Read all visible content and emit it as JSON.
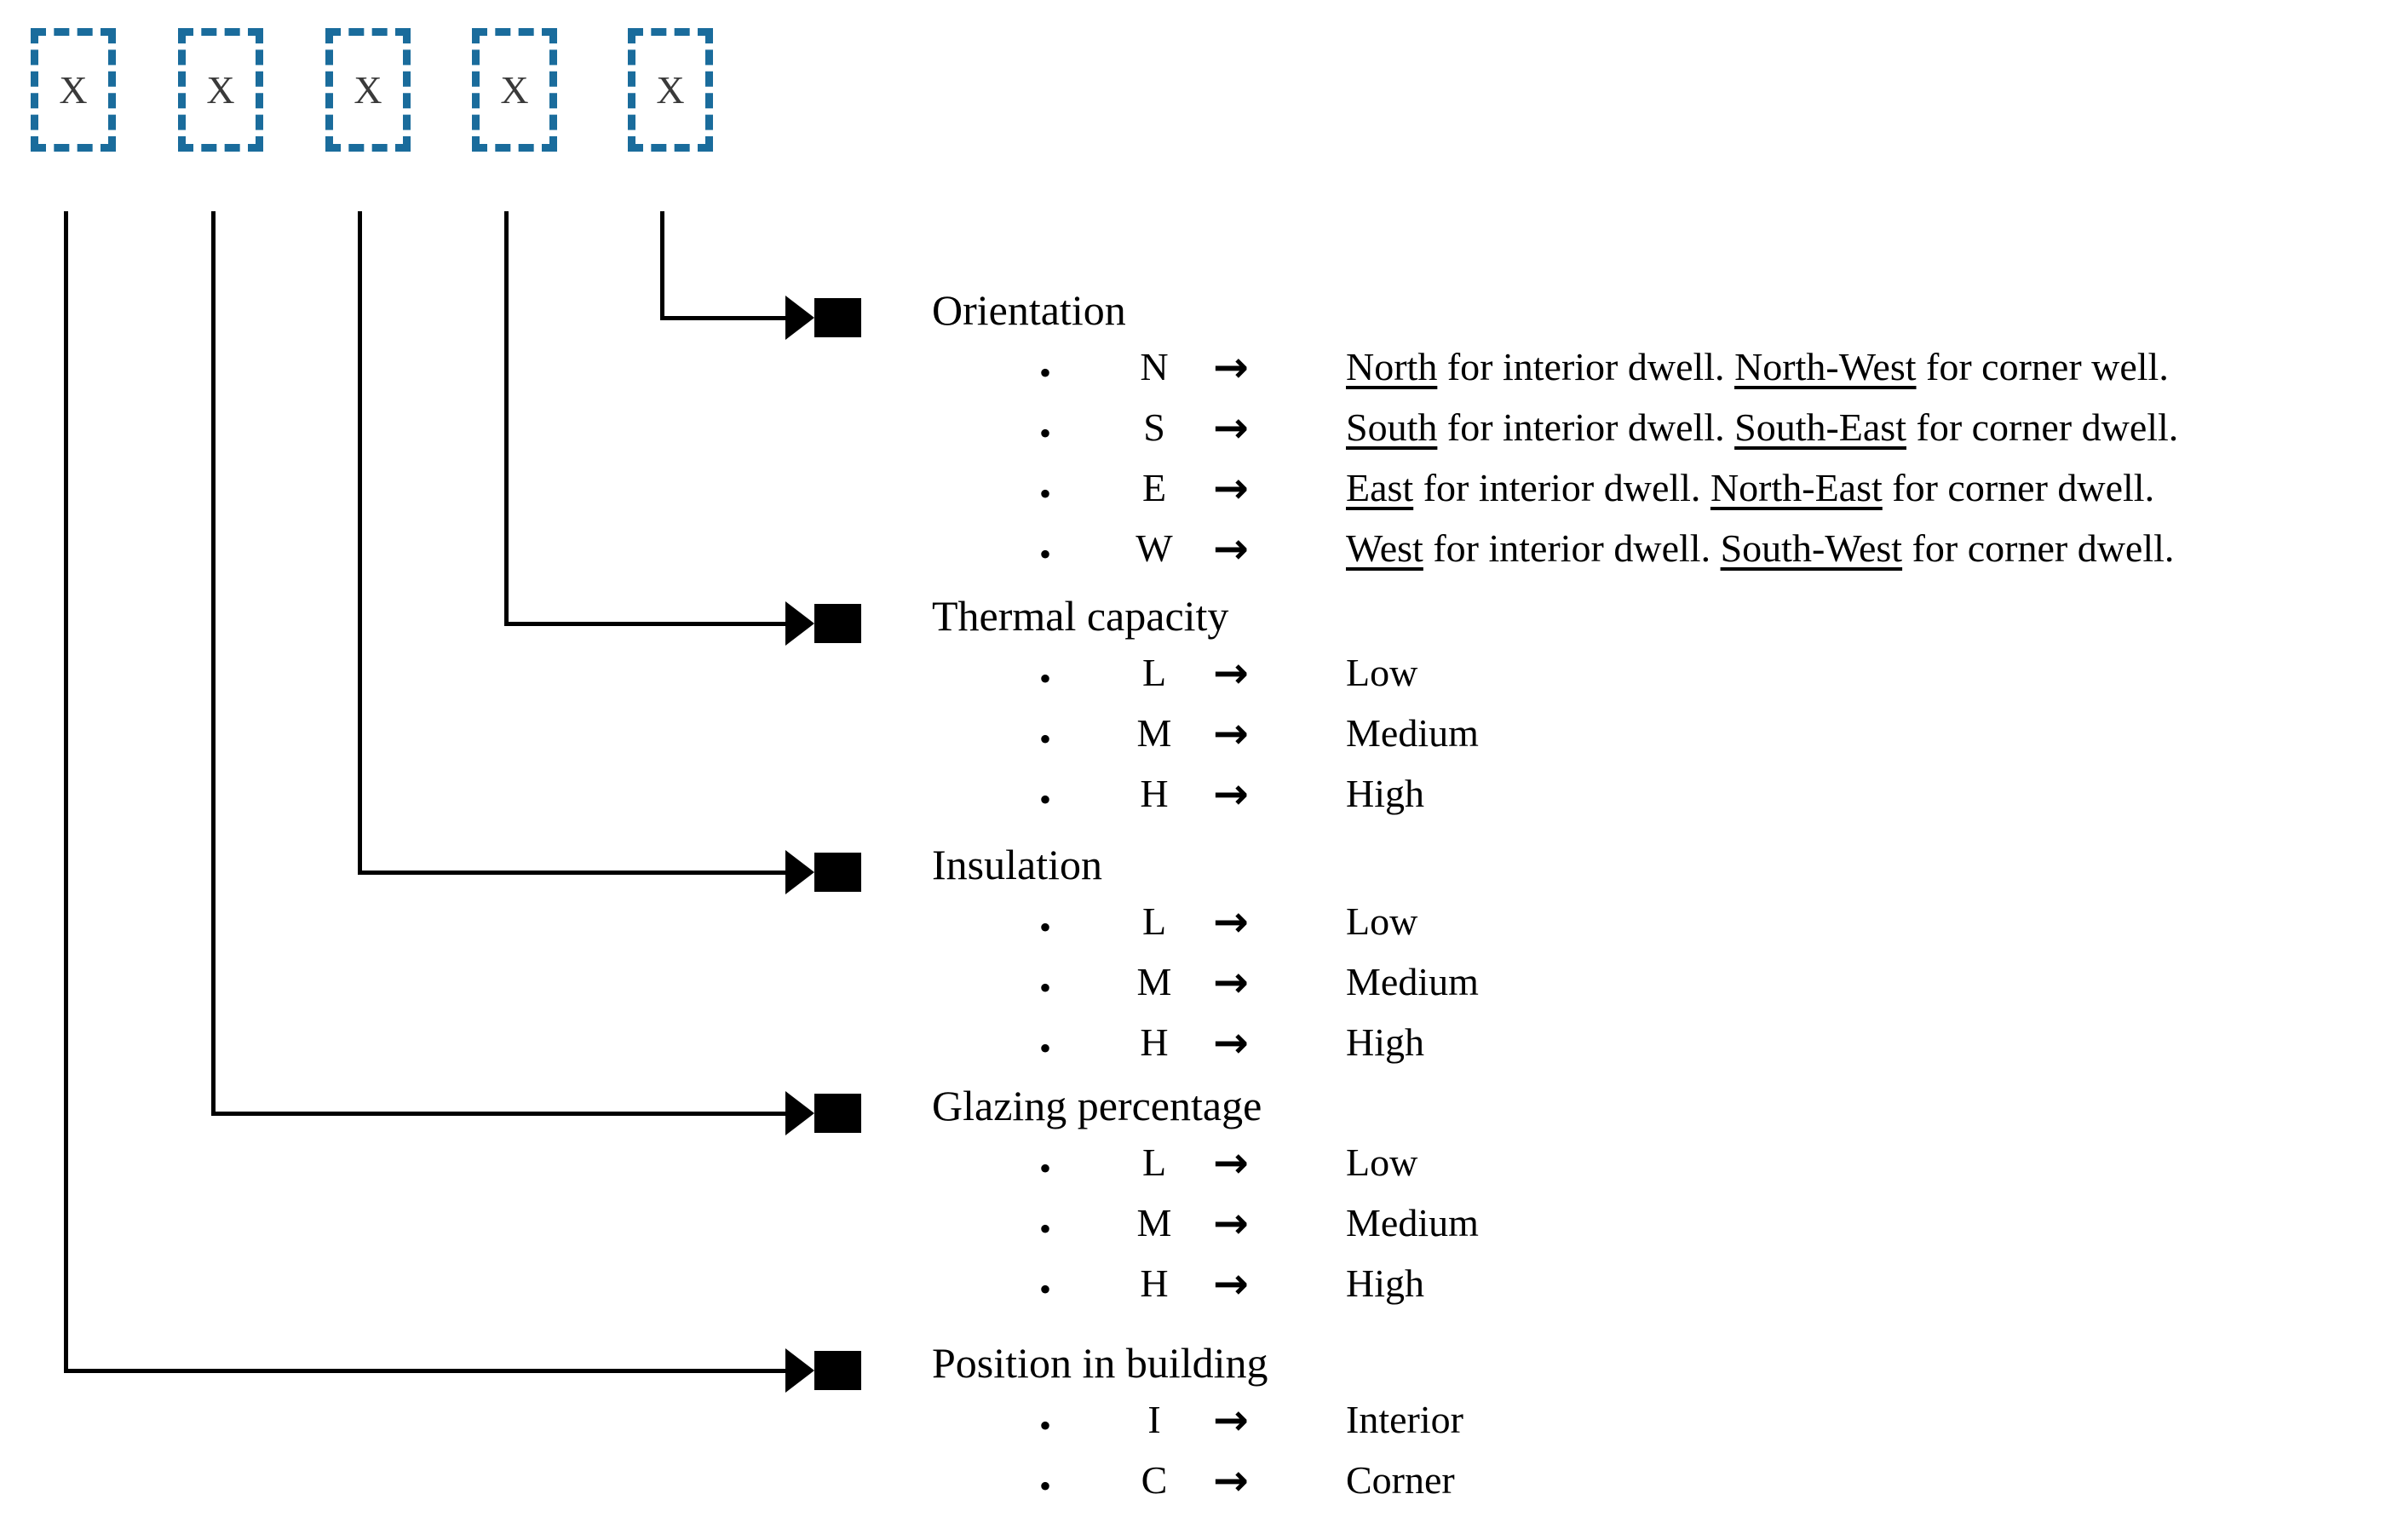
{
  "diagram": {
    "type": "code-legend",
    "code_boxes": [
      {
        "glyph": "X",
        "maps_to": "Position in building"
      },
      {
        "glyph": "X",
        "maps_to": "Glazing percentage"
      },
      {
        "glyph": "X",
        "maps_to": "Insulation"
      },
      {
        "glyph": "X",
        "maps_to": "Thermal capacity"
      },
      {
        "glyph": "X",
        "maps_to": "Orientation"
      }
    ],
    "arrow_glyph": "→",
    "bullet_glyph": "•",
    "colors": {
      "box_border": "#1a6c9c",
      "connector": "#000000",
      "marker": "#000000",
      "glyph": "#3a3a3a",
      "background": "#ffffff"
    },
    "sections": [
      {
        "title": "Orientation",
        "items": [
          {
            "key": "N",
            "parts": [
              {
                "text": "North",
                "underline": true
              },
              {
                "text": " for interior dwell. ",
                "underline": false
              },
              {
                "text": "North-West",
                "underline": true
              },
              {
                "text": " for corner well.",
                "underline": false
              }
            ]
          },
          {
            "key": "S",
            "parts": [
              {
                "text": "South",
                "underline": true
              },
              {
                "text": " for interior dwell. ",
                "underline": false
              },
              {
                "text": "South-East",
                "underline": true
              },
              {
                "text": " for corner dwell.",
                "underline": false
              }
            ]
          },
          {
            "key": "E",
            "parts": [
              {
                "text": "East",
                "underline": true
              },
              {
                "text": " for interior dwell. ",
                "underline": false
              },
              {
                "text": "North-East",
                "underline": true
              },
              {
                "text": " for corner dwell.",
                "underline": false
              }
            ]
          },
          {
            "key": "W",
            "parts": [
              {
                "text": "West",
                "underline": true
              },
              {
                "text": " for interior dwell. ",
                "underline": false
              },
              {
                "text": "South-West",
                "underline": true
              },
              {
                "text": " for corner dwell.",
                "underline": false
              }
            ]
          }
        ]
      },
      {
        "title": "Thermal capacity",
        "items": [
          {
            "key": "L",
            "parts": [
              {
                "text": "Low",
                "underline": false
              }
            ]
          },
          {
            "key": "M",
            "parts": [
              {
                "text": "Medium",
                "underline": false
              }
            ]
          },
          {
            "key": "H",
            "parts": [
              {
                "text": "High",
                "underline": false
              }
            ]
          }
        ]
      },
      {
        "title": "Insulation",
        "items": [
          {
            "key": "L",
            "parts": [
              {
                "text": "Low",
                "underline": false
              }
            ]
          },
          {
            "key": "M",
            "parts": [
              {
                "text": "Medium",
                "underline": false
              }
            ]
          },
          {
            "key": "H",
            "parts": [
              {
                "text": "High",
                "underline": false
              }
            ]
          }
        ]
      },
      {
        "title": "Glazing percentage",
        "items": [
          {
            "key": "L",
            "parts": [
              {
                "text": "Low",
                "underline": false
              }
            ]
          },
          {
            "key": "M",
            "parts": [
              {
                "text": "Medium",
                "underline": false
              }
            ]
          },
          {
            "key": "H",
            "parts": [
              {
                "text": "High",
                "underline": false
              }
            ]
          }
        ]
      },
      {
        "title": "Position in building",
        "items": [
          {
            "key": "I",
            "parts": [
              {
                "text": "Interior",
                "underline": false
              }
            ]
          },
          {
            "key": "C",
            "parts": [
              {
                "text": "Corner",
                "underline": false
              }
            ]
          }
        ]
      }
    ]
  }
}
